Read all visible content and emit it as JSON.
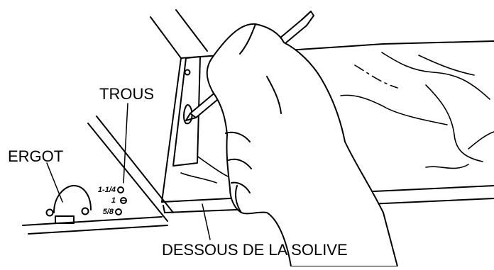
{
  "labels": {
    "trous": "TROUS",
    "ergot": "ERGOT",
    "dessous": "DESSOUS DE LA SOLIVE"
  },
  "hole_sizes": [
    "1-1/4",
    "1",
    "5/8"
  ]
}
